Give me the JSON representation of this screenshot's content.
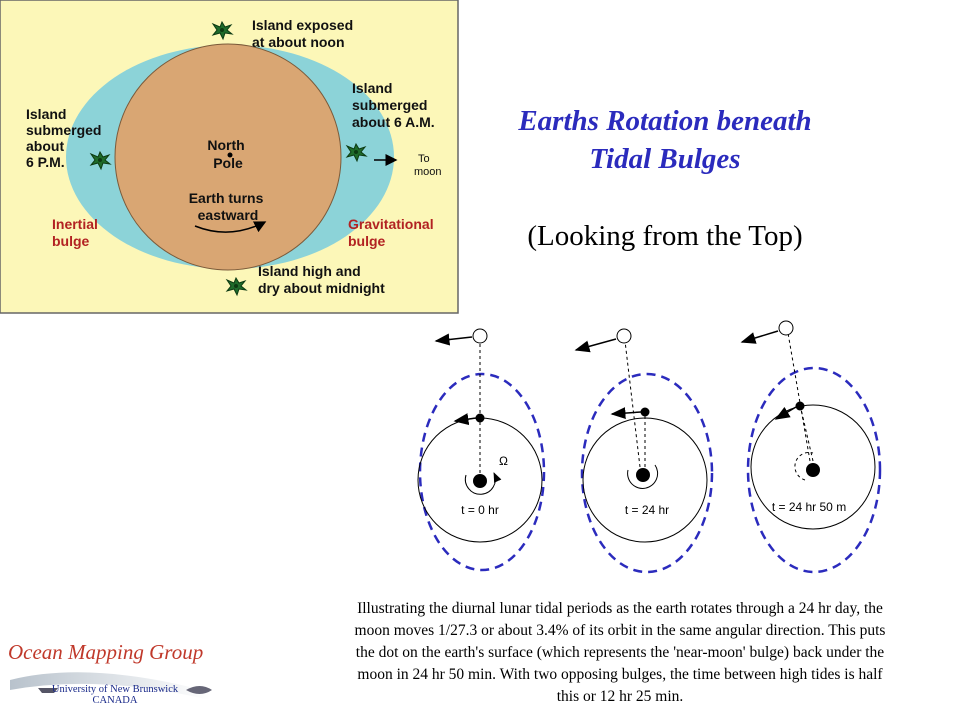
{
  "slide": {
    "title_line1": "Earths Rotation beneath",
    "title_line2": "Tidal Bulges",
    "subtitle": "(Looking from the Top)",
    "caption_lines": [
      "Illustrating the diurnal lunar tidal periods as the earth rotates through a 24 hr day, the",
      "moon moves 1/27.3 or about 3.4% of its orbit in the same angular direction. This puts",
      "the dot on the earth's surface (which represents the 'near-moon' bulge) back under the",
      "moon  in 24 hr 50 min. With two opposing bulges, the time between high tides is half",
      "this or 12 hr 25 min."
    ]
  },
  "globe_diagram": {
    "colors": {
      "background": "#fcf7b8",
      "ocean": "#8cd3d8",
      "earth": "#d9a673",
      "label_red": "#b22222",
      "island": "#1f6b2a"
    },
    "labels": {
      "top_island": [
        "Island exposed",
        "at about noon"
      ],
      "right_island": [
        "Island",
        "submerged",
        "about 6 A.M."
      ],
      "left_island": [
        "Island",
        "submerged",
        "about",
        "6 P.M."
      ],
      "bottom_island": [
        "Island high and",
        "dry about midnight"
      ],
      "north_pole": [
        "North",
        "Pole"
      ],
      "earth_turns": [
        "Earth turns",
        "eastward"
      ],
      "to_moon": [
        "To",
        "moon"
      ],
      "inertial_bulge": [
        "Inertial",
        "bulge"
      ],
      "gravitational_bulge": [
        "Gravitational",
        "bulge"
      ]
    }
  },
  "rotation_panels": [
    {
      "time_label": "t = 0 hr",
      "omega_label": "Ω"
    },
    {
      "time_label": "t = 24 hr"
    },
    {
      "time_label": "t = 24 hr 50 m"
    }
  ],
  "logo": {
    "title": "Ocean Mapping Group",
    "sub_line1": "University of New Brunswick",
    "sub_line2": "CANADA"
  }
}
